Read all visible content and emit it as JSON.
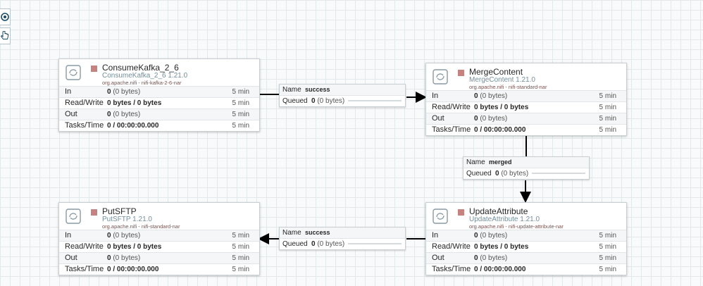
{
  "stat_labels": {
    "in": "In",
    "rw": "Read/Write",
    "out": "Out",
    "tasks": "Tasks/Time"
  },
  "conn_labels": {
    "name": "Name",
    "queued": "Queued"
  },
  "processors": {
    "consume": {
      "name": "ConsumeKafka_2_6",
      "type": "ConsumeKafka_2_6 1.21.0",
      "bundle": "org.apache.nifi - nifi-kafka-2-6-nar",
      "in_count": "0",
      "in_size": "(0 bytes)",
      "rw": "0 bytes / 0 bytes",
      "out_count": "0",
      "out_size": "(0 bytes)",
      "tasks": "0 / 00:00:00.000",
      "window": "5 min"
    },
    "merge": {
      "name": "MergeContent",
      "type": "MergeContent 1.21.0",
      "bundle": "org.apache.nifi - nifi-standard-nar",
      "in_count": "0",
      "in_size": "(0 bytes)",
      "rw": "0 bytes / 0 bytes",
      "out_count": "0",
      "out_size": "(0 bytes)",
      "tasks": "0 / 00:00:00.000",
      "window": "5 min"
    },
    "putsftp": {
      "name": "PutSFTP",
      "type": "PutSFTP 1.21.0",
      "bundle": "org.apache.nifi - nifi-standard-nar",
      "in_count": "0",
      "in_size": "(0 bytes)",
      "rw": "0 bytes / 0 bytes",
      "out_count": "0",
      "out_size": "(0 bytes)",
      "tasks": "0 / 00:00:00.000",
      "window": "5 min"
    },
    "update": {
      "name": "UpdateAttribute",
      "type": "UpdateAttribute 1.21.0",
      "bundle": "org.apache.nifi - nifi-update-attribute-nar",
      "in_count": "0",
      "in_size": "(0 bytes)",
      "rw": "0 bytes / 0 bytes",
      "out_count": "0",
      "out_size": "(0 bytes)",
      "tasks": "0 / 00:00:00.000",
      "window": "5 min"
    }
  },
  "connections": {
    "c1": {
      "name": "success",
      "queued_count": "0",
      "queued_size": "(0 bytes)"
    },
    "c2": {
      "name": "merged",
      "queued_count": "0",
      "queued_size": "(0 bytes)"
    },
    "c3": {
      "name": "success",
      "queued_count": "0",
      "queued_size": "(0 bytes)"
    }
  },
  "colors": {
    "stopped": "#c5827f",
    "type_text": "#728e9b",
    "bundle_text": "#775351",
    "edge": "#000000"
  },
  "icons": [
    "navigate-icon",
    "pointer-hand-icon",
    "processor-icon",
    "stopped-square-icon"
  ]
}
